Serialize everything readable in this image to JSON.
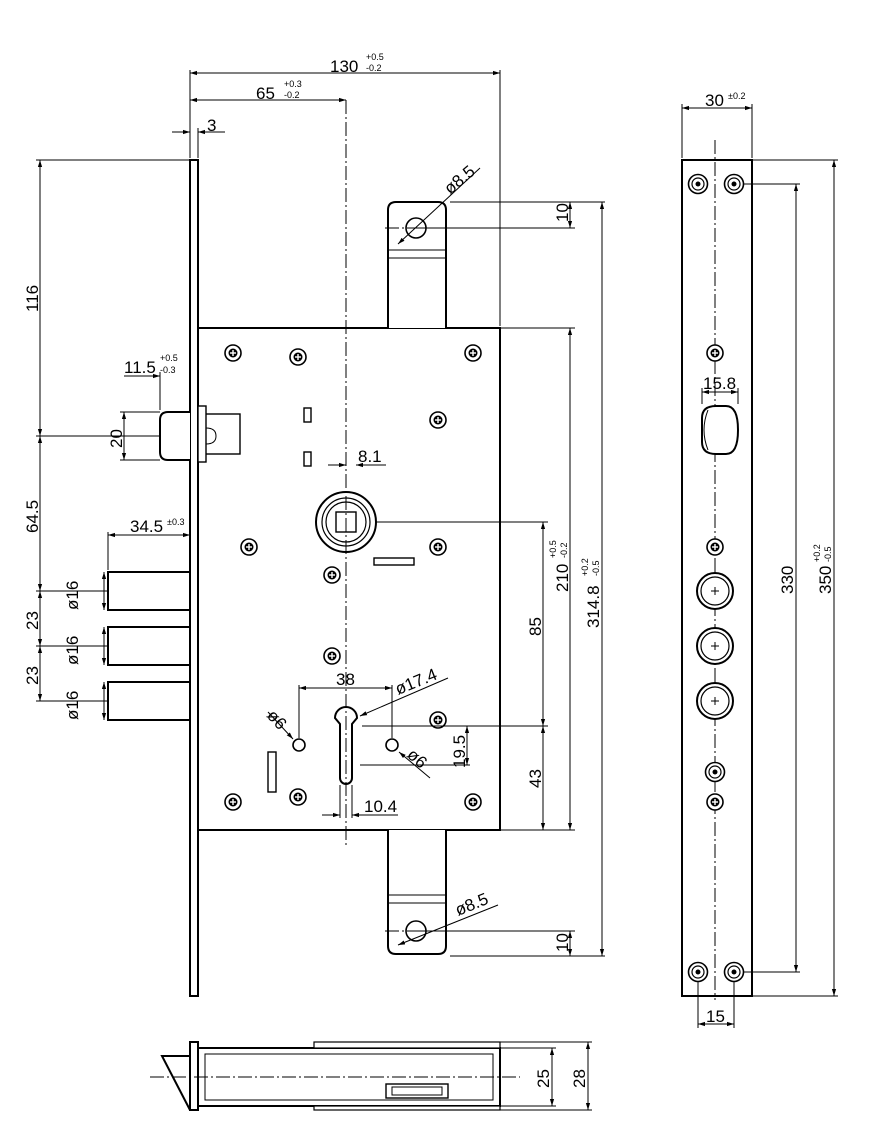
{
  "dimensions": {
    "overall_width": {
      "value": "130",
      "tol_plus": "+0.5",
      "tol_minus": "-0.2"
    },
    "backset": {
      "value": "65",
      "tol_plus": "+0.3",
      "tol_minus": "-0.2"
    },
    "faceplate_thickness": "3",
    "top_to_latch": "116",
    "latch_offset": {
      "value": "11.5",
      "tol_plus": "+0.5",
      "tol_minus": "-0.3"
    },
    "latch_height": "20",
    "latch_to_bolt": "64.5",
    "bolt_throw": {
      "value": "34.5",
      "tol": "±0.3"
    },
    "bolt_diameter": "ø16",
    "bolt_spacing": "23",
    "hub_offset": "8.1",
    "top_hole": "ø8.5",
    "bottom_hole": "ø8.5",
    "hole_offset": "10",
    "hub_to_cylinder_span": {
      "value": "210",
      "tol_plus": "+0.5",
      "tol_minus": "-0.2"
    },
    "overall_case_span": {
      "value": "314.8",
      "tol_plus": "+0.2",
      "tol_minus": "-0.5"
    },
    "hub_to_cylinder": "85",
    "cylinder_to_bottom": "43",
    "cylinder_pitch": "38",
    "cylinder_hole": "ø17.4",
    "screw_hole_left": "ø6",
    "screw_hole_right": "ø6",
    "cylinder_slot_depth": "19.5",
    "cylinder_slot_width": "10.4",
    "faceplate_width": {
      "value": "30",
      "tol": "±0.2"
    },
    "faceplate_hole_span": "330",
    "faceplate_length": {
      "value": "350",
      "tol_plus": "+0.2",
      "tol_minus": "-0.5"
    },
    "faceplate_latch_width": "15.8",
    "faceplate_hole_offset": "15",
    "case_thickness": "25",
    "total_thickness": "28"
  }
}
